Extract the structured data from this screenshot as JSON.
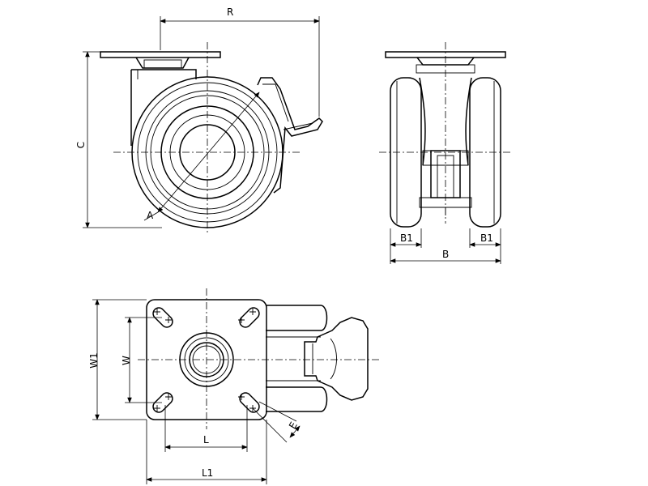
{
  "labels": {
    "R": "R",
    "C": "C",
    "A": "A",
    "B1_left": "B1",
    "B1_right": "B1",
    "B": "B",
    "W1": "W1",
    "W": "W",
    "E": "E",
    "L": "L",
    "L1": "L1"
  }
}
